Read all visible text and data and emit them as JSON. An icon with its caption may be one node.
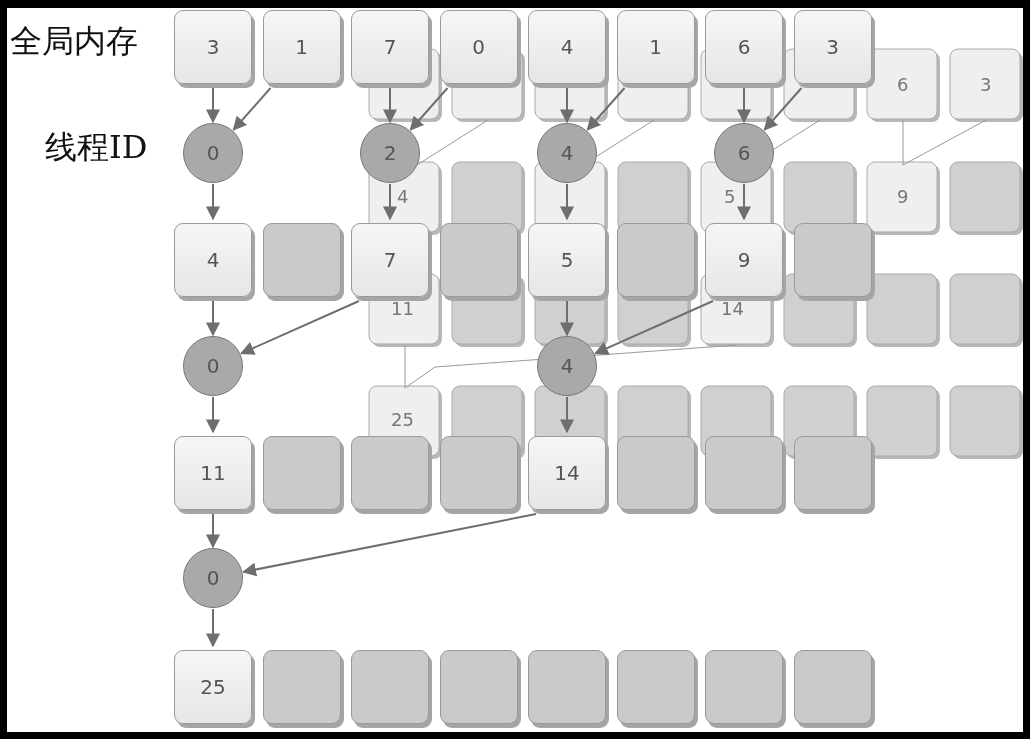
{
  "diagram": {
    "nodes": [
      {
        "text": [
          "3"
        ]
      },
      {
        "text": [
          "1"
        ]
      },
      {
        "text": [
          "7"
        ]
      },
      {
        "text": [
          "0"
        ]
      },
      {
        "text": [
          "4"
        ]
      },
      {
        "text": [
          "1"
        ]
      },
      {
        "text": [
          "6"
        ]
      },
      {
        "text": [
          "3"
        ]
      },
      {
        "text": [
          "0"
        ]
      },
      {
        "text": [
          "2"
        ]
      },
      {
        "text": [
          "4"
        ]
      },
      {
        "text": [
          "6"
        ]
      },
      {
        "text": [
          "4"
        ]
      },
      {
        "text": [],
        "shape": "box"
      },
      {
        "text": [
          "7"
        ]
      },
      {
        "text": [],
        "shape": "box"
      },
      {
        "text": [
          "5"
        ]
      },
      {
        "text": [],
        "shape": "box"
      },
      {
        "text": [
          "9"
        ]
      },
      {
        "text": [],
        "shape": "box"
      },
      {
        "text": [
          "0"
        ]
      },
      {
        "text": [
          "4"
        ]
      },
      {
        "text": [
          "11"
        ]
      },
      {
        "text": [],
        "shape": "box"
      },
      {
        "text": [],
        "shape": "box"
      },
      {
        "text": [],
        "shape": "box"
      },
      {
        "text": [
          "14"
        ]
      },
      {
        "text": [],
        "shape": "box"
      },
      {
        "text": [],
        "shape": "box"
      },
      {
        "text": [],
        "shape": "box"
      },
      {
        "text": [
          "0"
        ]
      },
      {
        "text": [
          "25"
        ]
      },
      {
        "text": [],
        "shape": "box"
      },
      {
        "text": [],
        "shape": "box"
      },
      {
        "text": [],
        "shape": "box"
      },
      {
        "text": [],
        "shape": "box"
      },
      {
        "text": [],
        "shape": "box"
      },
      {
        "text": [],
        "shape": "box"
      },
      {
        "text": [],
        "shape": "box"
      }
    ],
    "edges": [
      {
        "from": 0,
        "to": 8,
        "arrow": "to"
      },
      {
        "from": 1,
        "to": 8,
        "arrow": "to"
      },
      {
        "from": 2,
        "to": 9,
        "arrow": "to"
      },
      {
        "from": 3,
        "to": 9,
        "arrow": "to"
      },
      {
        "from": 4,
        "to": 10,
        "arrow": "to"
      },
      {
        "from": 5,
        "to": 10,
        "arrow": "to"
      },
      {
        "from": 6,
        "to": 11,
        "arrow": "to"
      },
      {
        "from": 7,
        "to": 11,
        "arrow": "to"
      },
      {
        "from": 8,
        "to": 12,
        "arrow": "to"
      },
      {
        "from": 9,
        "to": 14,
        "arrow": "to"
      },
      {
        "from": 10,
        "to": 16,
        "arrow": "to"
      },
      {
        "from": 11,
        "to": 18,
        "arrow": "to"
      },
      {
        "from": 12,
        "to": 20,
        "arrow": "to"
      },
      {
        "from": 14,
        "to": 20,
        "arrow": "to"
      },
      {
        "from": 16,
        "to": 21,
        "arrow": "to"
      },
      {
        "from": 18,
        "to": 21,
        "arrow": "to"
      },
      {
        "from": 20,
        "to": 22,
        "arrow": "to"
      },
      {
        "from": 21,
        "to": 26,
        "arrow": "to"
      },
      {
        "from": 22,
        "to": 30,
        "arrow": "to"
      },
      {
        "from": 26,
        "to": 30,
        "arrow": "to"
      },
      {
        "from": 30,
        "to": 31,
        "arrow": "to"
      }
    ],
    "labels": [
      "全局内存",
      "线程ID",
      "6",
      "3",
      "4",
      "5",
      "9",
      "11",
      "14",
      "25"
    ]
  }
}
